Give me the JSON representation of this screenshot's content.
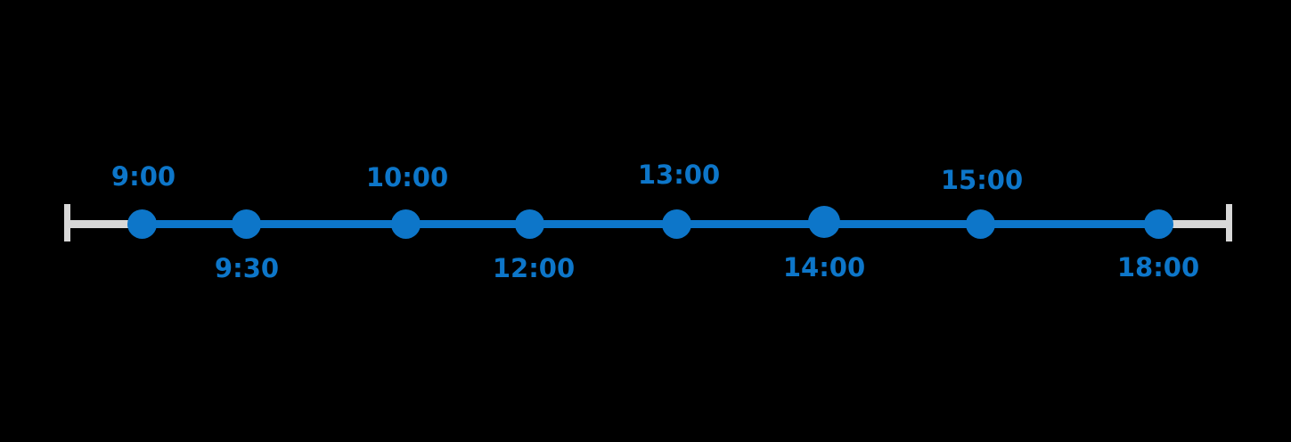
{
  "meta": {
    "background_color": "#000000",
    "accent_blue": "#0d76c9",
    "cap_gray": "#d8d8d8",
    "description": "Horizontal timeline with capped axis and eight time markers"
  },
  "timeline": {
    "points": [
      {
        "label": "9:00",
        "label_position": "above"
      },
      {
        "label": "9:30",
        "label_position": "below"
      },
      {
        "label": "10:00",
        "label_position": "above"
      },
      {
        "label": "12:00",
        "label_position": "below"
      },
      {
        "label": "13:00",
        "label_position": "above"
      },
      {
        "label": "14:00",
        "label_position": "below"
      },
      {
        "label": "15:00",
        "label_position": "above"
      },
      {
        "label": "18:00",
        "label_position": "below"
      }
    ]
  }
}
